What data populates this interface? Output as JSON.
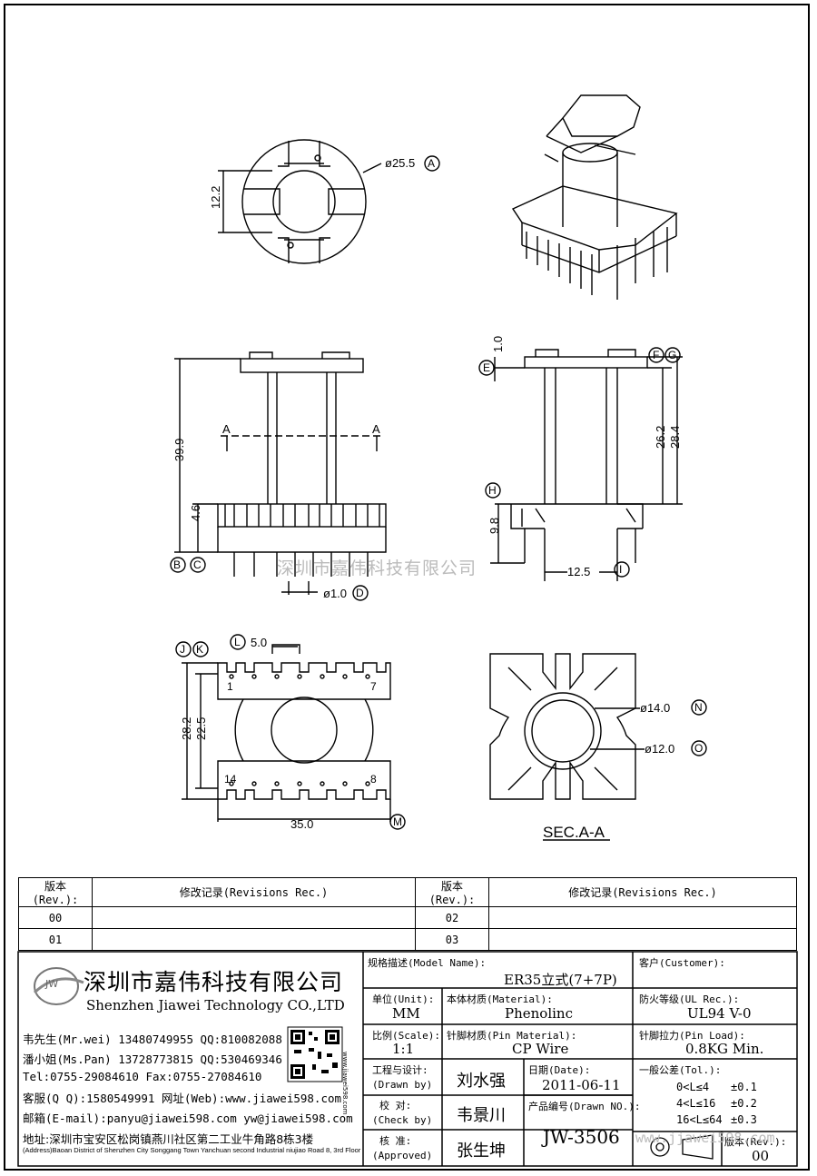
{
  "dims": {
    "d255": "ø25.5",
    "d122": "12.2",
    "d399": "39.9",
    "d46": "4.6",
    "d10": "ø1.0",
    "d10v": "1.0",
    "d262": "26.2",
    "d284": "28.4",
    "d98": "9.8",
    "d125": "12.5",
    "d50": "5.0",
    "d282": "28.2",
    "d225": "22.5",
    "d350": "35.0",
    "d140": "ø14.0",
    "d120": "ø12.0",
    "sec": "SEC.A-A",
    "secA": "A",
    "pin1": "1",
    "pin7": "7",
    "pin14": "14",
    "pin8": "8"
  },
  "markers": {
    "A": "A",
    "B": "B",
    "C": "C",
    "D": "D",
    "E": "E",
    "F": "F",
    "G": "G",
    "H": "H",
    "I": "I",
    "J": "J",
    "K": "K",
    "L": "L",
    "M": "M",
    "N": "N",
    "O": "O"
  },
  "watermark": "深圳市嘉伟科技有限公司",
  "revisions": {
    "h_rev": "版本(Rev.):",
    "h_rec": "修改记录(Revisions Rec.)",
    "r00": "00",
    "r01": "01",
    "r02": "02",
    "r03": "03"
  },
  "company": {
    "logo": "JW",
    "name_cn": "深圳市嘉伟科技有限公司",
    "name_en": "Shenzhen Jiawei Technology CO.,LTD",
    "c1": "韦先生(Mr.wei) 13480749955 QQ:810082088",
    "c2": "潘小姐(Ms.Pan) 13728773815 QQ:530469346",
    "c3": "Tel:0755-29084610     Fax:0755-27084610",
    "c4": "客服(Q Q):1580549991   网址(Web):www.jiawei598.com",
    "c5": "邮箱(E-mail):panyu@jiawei598.com  yw@jiawei598.com",
    "addr_cn": "地址:深圳市宝安区松岗镇燕川社区第二工业牛角路8栋3楼",
    "addr_en": "(Address)Baoan District of Shenzhen City Songgang Town Yanchuan second Industrial niujiao Road 8, 3rd Floor"
  },
  "titleblock": {
    "model_lbl": "规格描述(Model Name):",
    "model": "ER35立式(7+7P)",
    "cust_lbl": "客户(Customer):",
    "cust": "",
    "unit_lbl": "单位(Unit):",
    "unit": "MM",
    "mat_lbl": "本体材质(Material):",
    "mat": "Phenolinc",
    "ul_lbl": "防火等级(UL Rec.):",
    "ul": "UL94 V-0",
    "scale_lbl": "比例(Scale):",
    "scale": "1:1",
    "pin_lbl": "针脚材质(Pin Material):",
    "pin": "CP Wire",
    "load_lbl": "针脚拉力(Pin Load):",
    "load": "0.8KG Min.",
    "drawn_lbl1": "工程与设计:",
    "drawn_lbl2": "(Drawn by)",
    "drawn": "刘水强",
    "date_lbl": "日期(Date):",
    "date": "2011-06-11",
    "tol_lbl": "一般公差(Tol.):",
    "tol1a": "0<L≤4",
    "tol1b": "±0.1",
    "tol2a": "4<L≤16",
    "tol2b": "±0.2",
    "tol3a": "16<L≤64",
    "tol3b": "±0.3",
    "check_lbl1": "校  对:",
    "check_lbl2": "(Check by)",
    "check": "韦景川",
    "dwg_lbl": "产品编号(Drawn NO.):",
    "dwg": "JW-3506",
    "appr_lbl1": "核  准:",
    "appr_lbl2": "(Approved)",
    "appr": "张生坤",
    "ver_lbl": "版本(Rev.):",
    "ver": "00",
    "web_wm": "www.jjawei598.com"
  }
}
